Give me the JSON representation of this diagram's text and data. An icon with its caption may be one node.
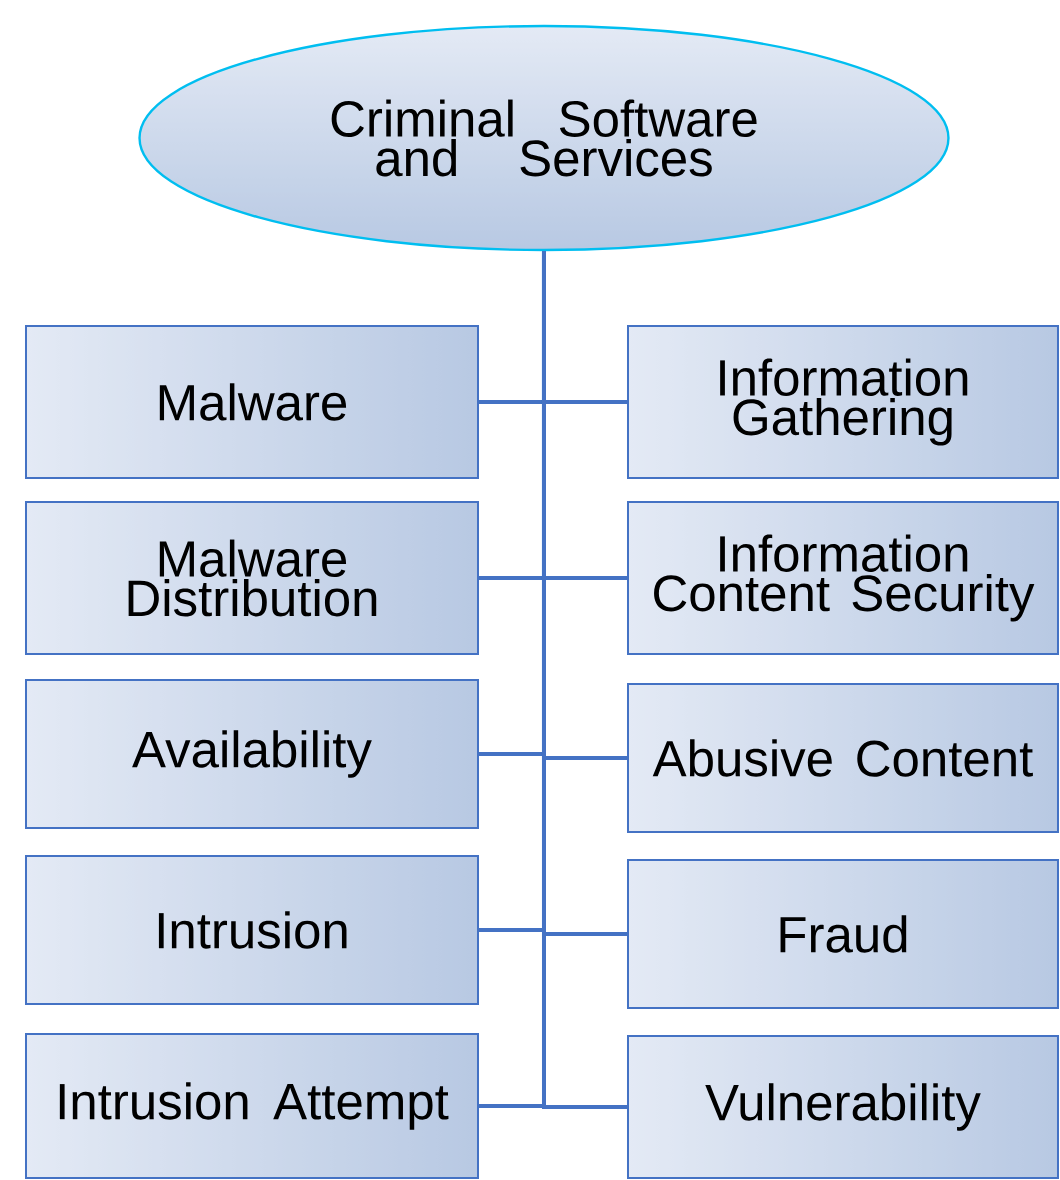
{
  "diagram": {
    "nodes": [
      {
        "text": [
          "Criminal Software and Services"
        ]
      },
      {
        "text": [
          "Malware"
        ]
      },
      {
        "text": [
          "Information Gathering"
        ]
      },
      {
        "text": [
          "Malware Distribution"
        ]
      },
      {
        "text": [
          "Information Content Security"
        ]
      },
      {
        "text": [
          "Availability"
        ]
      },
      {
        "text": [
          "Abusive Content"
        ]
      },
      {
        "text": [
          "Intrusion"
        ]
      },
      {
        "text": [
          "Fraud"
        ]
      },
      {
        "text": [
          "Intrusion Attempt"
        ]
      },
      {
        "text": [
          "Vulnerability"
        ]
      }
    ],
    "edges": [
      {
        "from": 0,
        "to": 1,
        "arrow": "none"
      },
      {
        "from": 0,
        "to": 2,
        "arrow": "none"
      },
      {
        "from": 0,
        "to": 3,
        "arrow": "none"
      },
      {
        "from": 0,
        "to": 4,
        "arrow": "none"
      },
      {
        "from": 0,
        "to": 5,
        "arrow": "none"
      },
      {
        "from": 0,
        "to": 6,
        "arrow": "none"
      },
      {
        "from": 0,
        "to": 7,
        "arrow": "none"
      },
      {
        "from": 0,
        "to": 8,
        "arrow": "none"
      },
      {
        "from": 0,
        "to": 9,
        "arrow": "none"
      },
      {
        "from": 0,
        "to": 10,
        "arrow": "none"
      }
    ]
  }
}
